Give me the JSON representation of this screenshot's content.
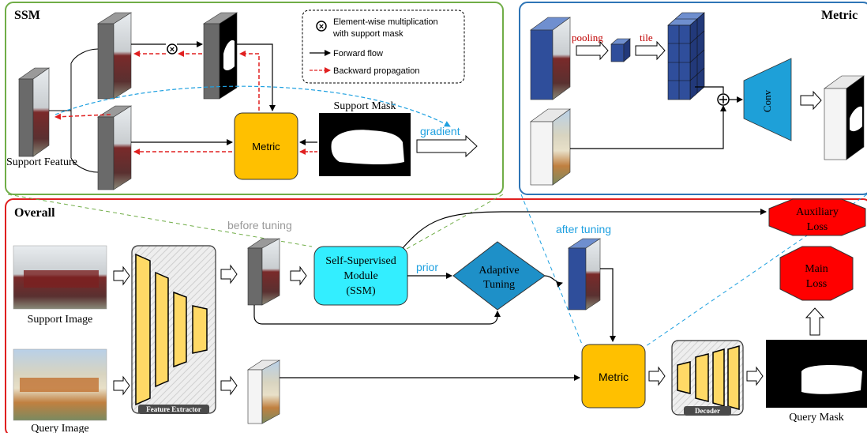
{
  "ssm_panel": {
    "title": "SSM",
    "legend": {
      "multiply_line1": "Element-wise multiplication",
      "multiply_line2": "with support mask",
      "forward": "Forward flow",
      "backward": "Backward propagation"
    },
    "support_feature_label": "Support Feature",
    "support_mask_label": "Support Mask",
    "metric_label": "Metric",
    "gradient_label": "gradient"
  },
  "metric_panel": {
    "title": "Metric",
    "pooling_label": "pooling",
    "tile_label": "tile",
    "conv_label": "Conv"
  },
  "overall_panel": {
    "title": "Overall",
    "support_image_label": "Support Image",
    "query_image_label": "Query Image",
    "feature_extractor_label": "Feature Extractor",
    "before_tuning_label": "before tuning",
    "after_tuning_label": "after tuning",
    "ssm_line1": "Self-Supervised",
    "ssm_line2": "Module",
    "ssm_line3": "(SSM)",
    "prior_label": "prior",
    "adaptive_line1": "Adaptive",
    "adaptive_line2": "Tuning",
    "aux_loss_line1": "Auxiliary",
    "aux_loss_line2": "Loss",
    "main_loss_line1": "Main",
    "main_loss_line2": "Loss",
    "metric_label": "Metric",
    "decoder_label": "Decoder",
    "query_mask_label": "Query Mask"
  },
  "colors": {
    "ssm_border": "#70ad47",
    "metric_border": "#2e75b6",
    "overall_border": "#e02020",
    "metric_box": "#ffc000",
    "ssm_box": "#33eeff",
    "adaptive_diamond": "#1e90c8",
    "loss_octagon": "#ff0000",
    "conv_block": "#1ea0d8",
    "cube_blue": "#2f4e9b",
    "decoder_trap": "#ffd966",
    "backward_arrow": "#e02020",
    "gradient_text": "#1ea0e0",
    "red_text": "#c00000"
  }
}
